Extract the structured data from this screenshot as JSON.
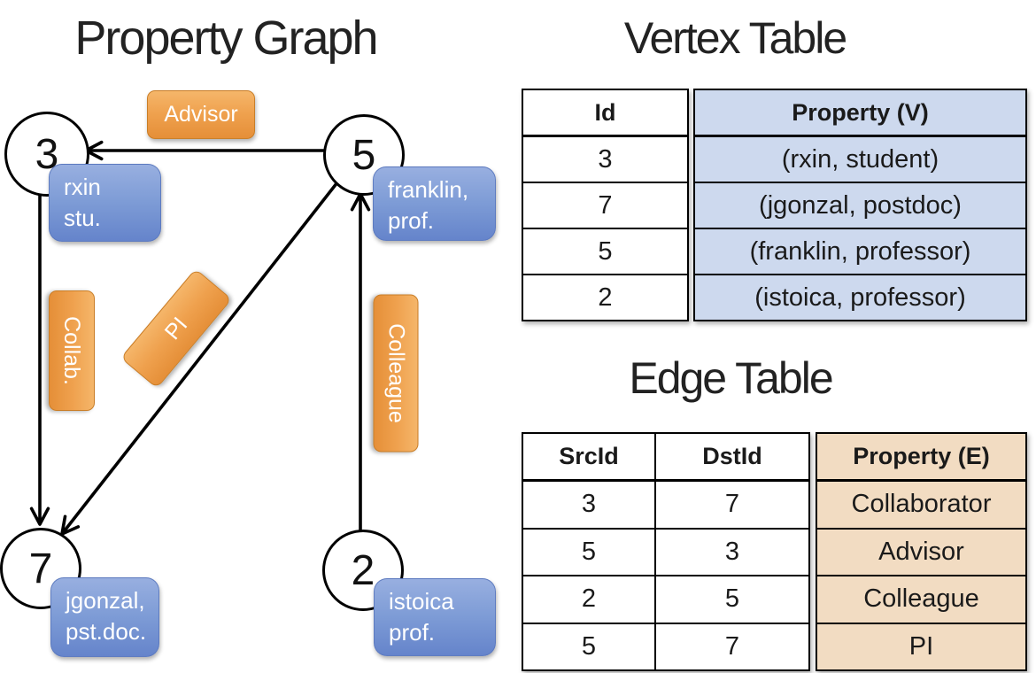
{
  "graph": {
    "title": "Property Graph",
    "vertices": [
      {
        "id": "3",
        "property_lines": [
          "rxin",
          "stu."
        ]
      },
      {
        "id": "5",
        "property_lines": [
          "franklin,",
          "prof."
        ]
      },
      {
        "id": "7",
        "property_lines": [
          "jgonzal,",
          "pst.doc."
        ]
      },
      {
        "id": "2",
        "property_lines": [
          "istoica",
          "prof."
        ]
      }
    ],
    "edges": [
      {
        "src": "5",
        "dst": "3",
        "label": "Advisor"
      },
      {
        "src": "3",
        "dst": "7",
        "label": "Collab."
      },
      {
        "src": "5",
        "dst": "7",
        "label": "PI"
      },
      {
        "src": "2",
        "dst": "5",
        "label": "Colleague"
      }
    ]
  },
  "vertex_table": {
    "title": "Vertex Table",
    "columns": [
      "Id",
      "Property (V)"
    ],
    "rows": [
      {
        "id": "3",
        "property": "(rxin, student)"
      },
      {
        "id": "7",
        "property": "(jgonzal, postdoc)"
      },
      {
        "id": "5",
        "property": "(franklin, professor)"
      },
      {
        "id": "2",
        "property": "(istoica, professor)"
      }
    ]
  },
  "edge_table": {
    "title": "Edge Table",
    "columns": [
      "SrcId",
      "DstId",
      "Property (E)"
    ],
    "rows": [
      {
        "src": "3",
        "dst": "7",
        "property": "Collaborator"
      },
      {
        "src": "5",
        "dst": "3",
        "property": "Advisor"
      },
      {
        "src": "2",
        "dst": "5",
        "property": "Colleague"
      },
      {
        "src": "5",
        "dst": "7",
        "property": "PI"
      }
    ]
  },
  "colors": {
    "edge_label_fill": "#EFA14E",
    "vertex_label_fill": "#7E9CD6",
    "vertex_table_property_bg": "#CDD9EE",
    "edge_table_property_bg": "#F2DCC2",
    "edge_line": "#000000"
  }
}
